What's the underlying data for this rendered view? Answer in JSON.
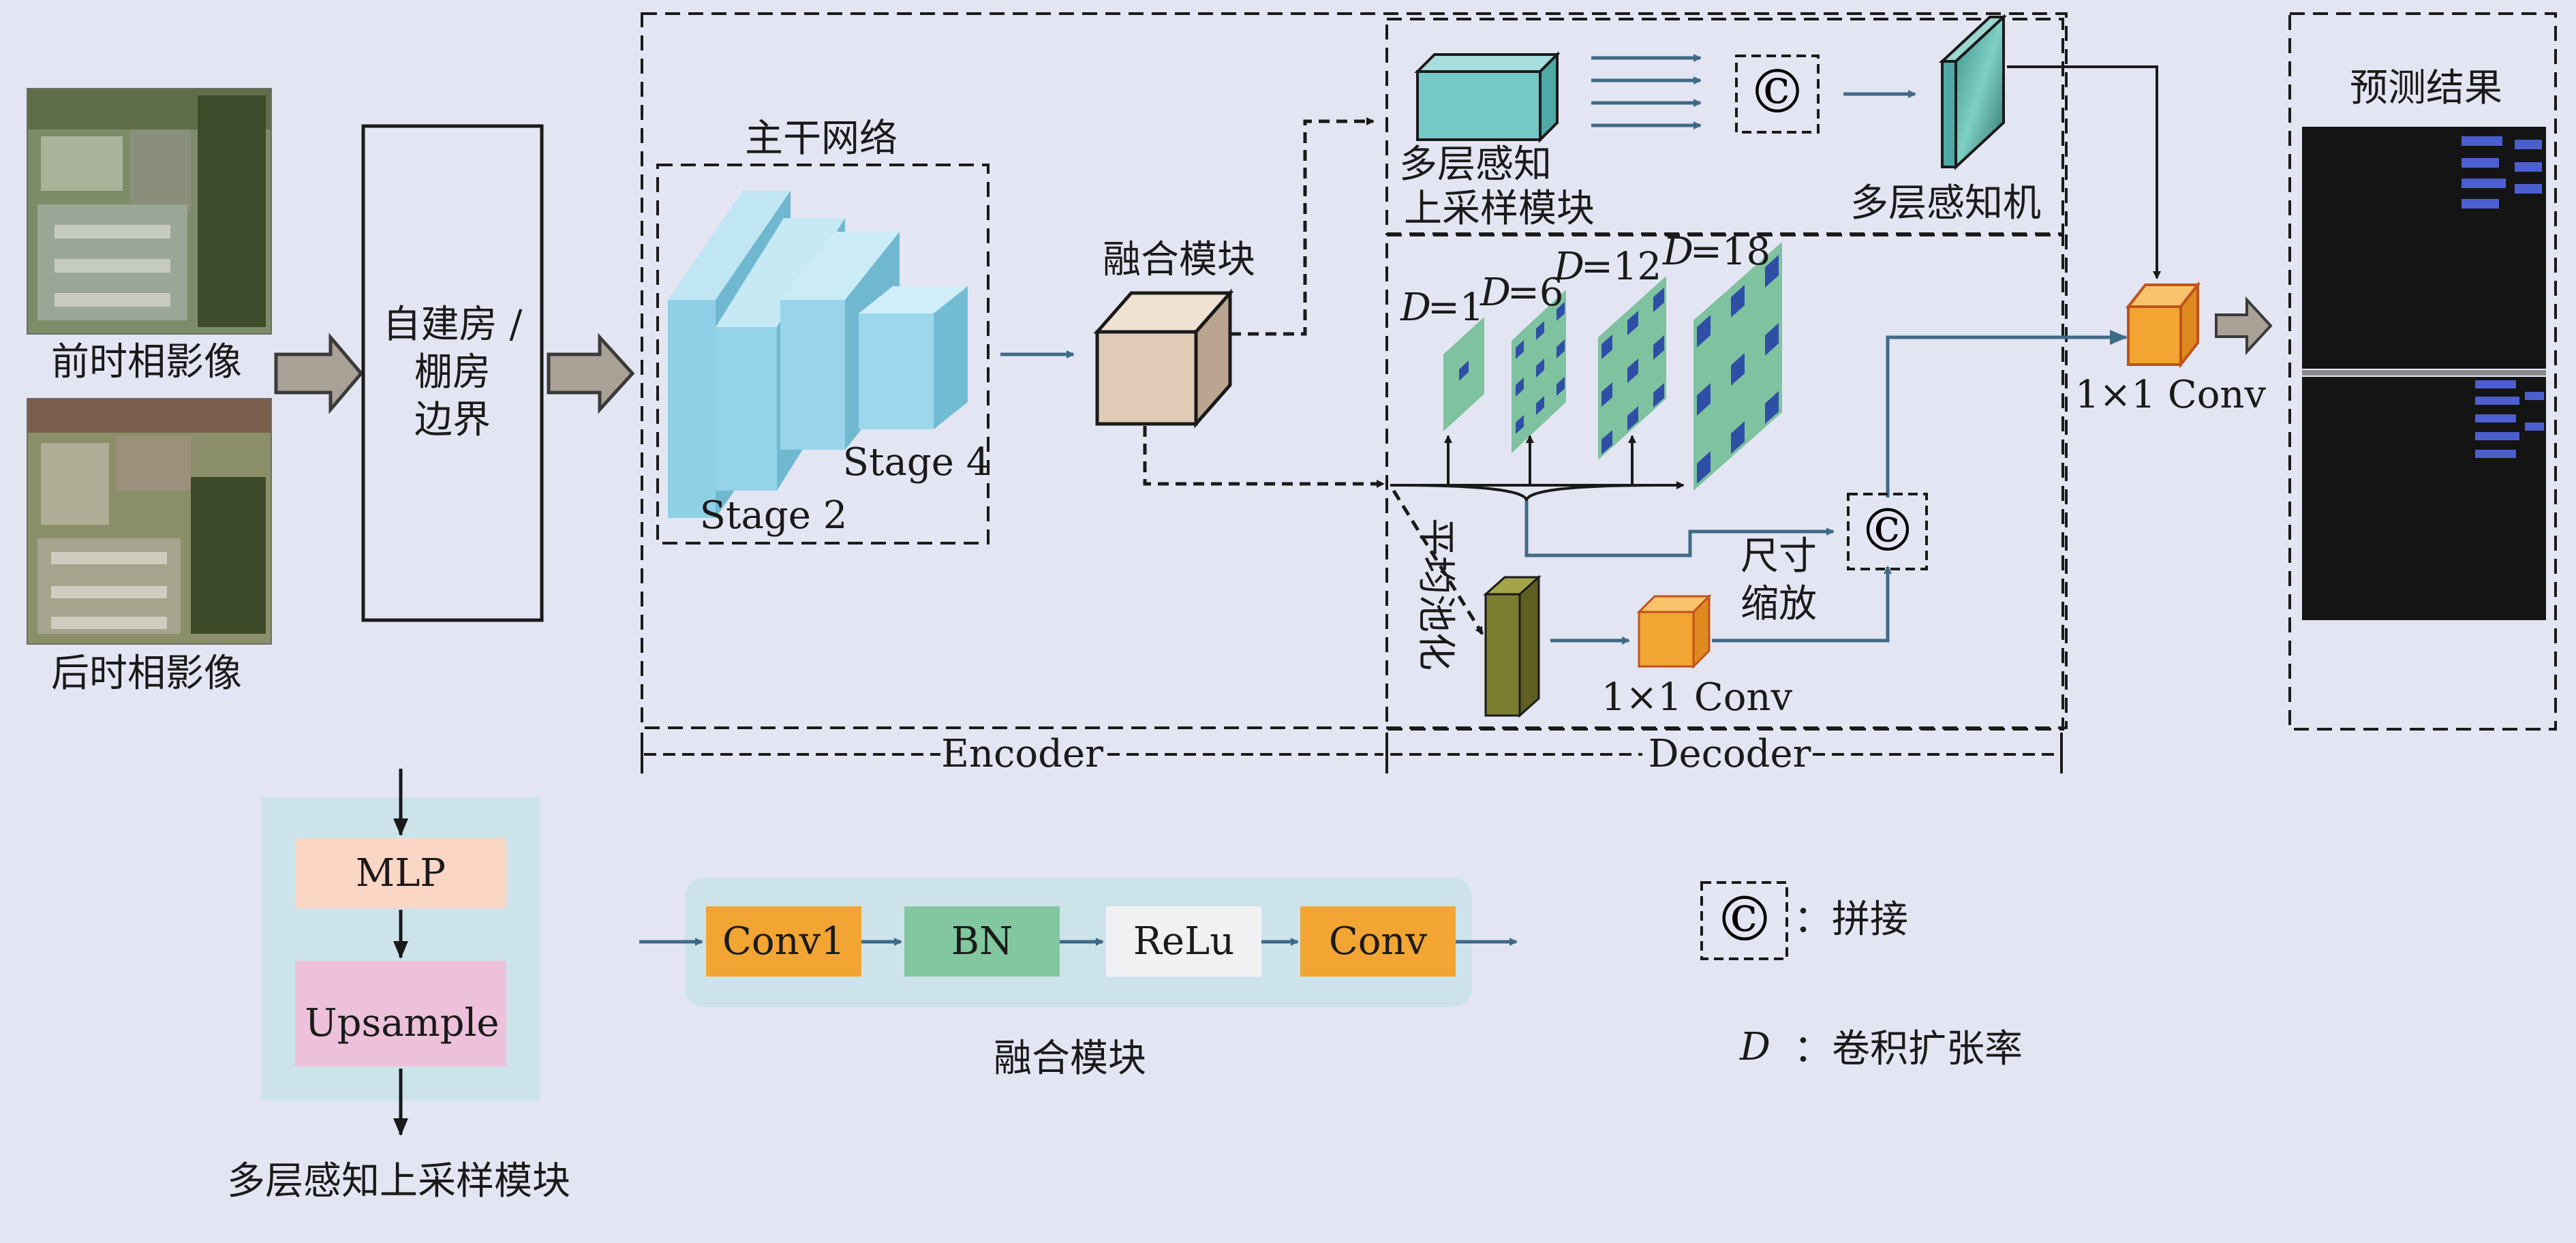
{
  "inputs": {
    "before_label": "前时相影像",
    "after_label": "后时相影像"
  },
  "boundary_box": {
    "line1": "自建房 /",
    "line2": "棚房",
    "line3": "边界"
  },
  "backbone": {
    "title": "主干网络",
    "stage2": "Stage 2",
    "stage4": "Stage 4"
  },
  "fusion": {
    "title": "融合模块"
  },
  "mlp_upsample": {
    "line1": "多层感知",
    "line2": "上采样模块"
  },
  "concat_symbol": "©",
  "mlp_label": "多层感知机",
  "dilations": {
    "d_letter": "D",
    "d1": "=1",
    "d6": "=6",
    "d12": "=12",
    "d18": "=18"
  },
  "avg_pool": "平均池化",
  "resize": {
    "line1": "尺寸",
    "line2": "缩放"
  },
  "conv1x1_inner": "1×1 Conv",
  "conv1x1_outer": "1×1 Conv",
  "prediction": {
    "title": "预测结果"
  },
  "encoder_label": "Encoder",
  "decoder_label": "Decoder",
  "mlp_module": {
    "mlp": "MLP",
    "upsample": "Upsample",
    "caption": "多层感知上采样模块"
  },
  "fusion_module": {
    "conv1": "Conv1",
    "bn": "BN",
    "relu": "ReLu",
    "conv": "Conv",
    "caption": "融合模块"
  },
  "legend": {
    "concat_desc": "：拼接",
    "d_symbol": "D",
    "d_desc": "：卷积扩张率"
  },
  "colors": {
    "background": "#e3e5f2",
    "arrow_blue": "#3f6a86",
    "stage_blue": "#8fd0e6",
    "cube_beige": "#e0cbb6",
    "cube_teal": "#74c8c6",
    "orange": "#f2a533",
    "olive": "#7c7d2e",
    "kernel_green": "#7fc2a0",
    "kernel_blue": "#2f4fa6",
    "mlp_box": "#fbd6c4",
    "upsample_box": "#ecc1d9",
    "module_bg": "#cde3ea",
    "bn_green": "#82c79f",
    "relu_white": "#f1f1f4"
  }
}
